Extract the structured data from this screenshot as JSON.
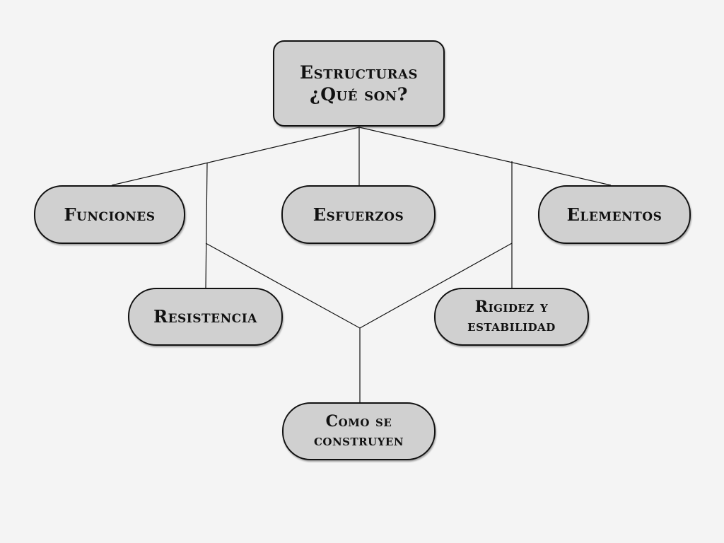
{
  "diagram": {
    "root": {
      "label": "Estructuras\n¿Qué son?"
    },
    "nodes": {
      "funciones": "Funciones",
      "esfuerzos": "Esfuerzos",
      "elementos": "Elementos",
      "resistencia": "Resistencia",
      "rigidez": "Rigidez y\nestabilidad",
      "como": "Como se\nconstruyen"
    }
  },
  "colors": {
    "background": "#f4f4f4",
    "node_fill": "#d0d0d0",
    "node_border": "#111111",
    "line": "#111111"
  }
}
